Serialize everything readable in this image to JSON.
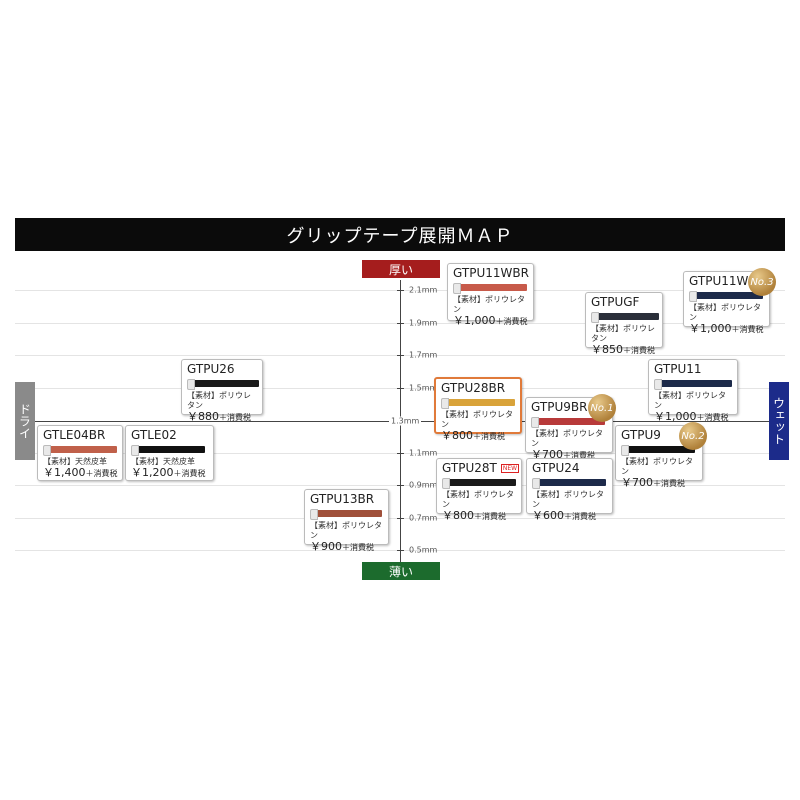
{
  "title": "グリップテープ展開ＭＡＰ",
  "axis": {
    "top": "厚い",
    "bottom": "薄い",
    "left": "ドライ",
    "right": "ウェット",
    "center": "1.3mm",
    "ticks": [
      "2.1mm",
      "1.9mm",
      "1.7mm",
      "1.5mm",
      "1.1mm",
      "0.9mm",
      "0.7mm",
      "0.5mm"
    ]
  },
  "new_label": "NEW",
  "products": [
    {
      "name": "GTPU11WBR",
      "material": "【素材】ポリウレタン",
      "price": "￥1,000",
      "tax": "＋消費税",
      "grip_color": "#c75a4a"
    },
    {
      "name": "GTPU11W",
      "material": "【素材】ポリウレタン",
      "price": "￥1,000",
      "tax": "＋消費税",
      "grip_color": "#1d2a4a",
      "rank": "No.3"
    },
    {
      "name": "GTPUGF",
      "material": "【素材】ポリウレタン",
      "price": "￥850",
      "tax": "＋消費税",
      "grip_color": "#2a2f3a"
    },
    {
      "name": "GTPU26",
      "material": "【素材】ポリウレタン",
      "price": "￥880",
      "tax": "＋消費税",
      "grip_color": "#1a1a1a"
    },
    {
      "name": "GTPU28BR",
      "material": "【素材】ポリウレタン",
      "price": "￥800",
      "tax": "＋消費税",
      "grip_color": "#d9a33a"
    },
    {
      "name": "GTPU11",
      "material": "【素材】ポリウレタン",
      "price": "￥1,000",
      "tax": "＋消費税",
      "grip_color": "#1d2a4a"
    },
    {
      "name": "GTPU9BR",
      "material": "【素材】ポリウレタン",
      "price": "￥700",
      "tax": "＋消費税",
      "grip_color": "#b83a3a",
      "rank": "No.1"
    },
    {
      "name": "GTPU9",
      "material": "【素材】ポリウレタン",
      "price": "￥700",
      "tax": "＋消費税",
      "grip_color": "#111111",
      "rank": "No.2"
    },
    {
      "name": "GTLE04BR",
      "material": "【素材】天然皮革",
      "price": "￥1,400",
      "tax": "＋消費税",
      "grip_color": "#c0604a"
    },
    {
      "name": "GTLE02",
      "material": "【素材】天然皮革",
      "price": "￥1,200",
      "tax": "＋消費税",
      "grip_color": "#111111"
    },
    {
      "name": "GTPU28T",
      "material": "【素材】ポリウレタン",
      "price": "￥800",
      "tax": "＋消費税",
      "grip_color": "#1a1a1a",
      "is_new": true
    },
    {
      "name": "GTPU24",
      "material": "【素材】ポリウレタン",
      "price": "￥600",
      "tax": "＋消費税",
      "grip_color": "#1d2a4a"
    },
    {
      "name": "GTPU13BR",
      "material": "【素材】ポリウレタン",
      "price": "￥900",
      "tax": "＋消費税",
      "grip_color": "#a0503a"
    }
  ]
}
